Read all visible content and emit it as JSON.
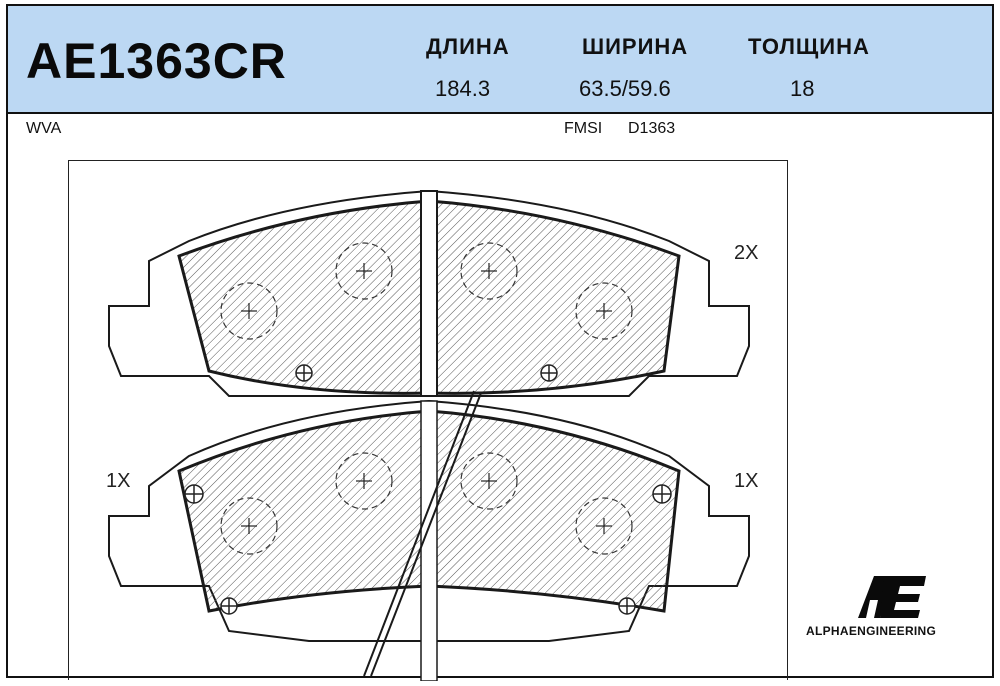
{
  "header": {
    "part_number": "AE1363CR",
    "columns": [
      {
        "label": "ДЛИНА",
        "value": "184.3"
      },
      {
        "label": "ШИРИНА",
        "value": "63.5/59.6"
      },
      {
        "label": "ТОЛЩИНА",
        "value": "18"
      }
    ]
  },
  "subheader": {
    "wva_label": "WVA",
    "fmsi_label": "FMSI",
    "fmsi_value": "D1363"
  },
  "drawing": {
    "qty_top_right": "2X",
    "qty_left": "1X",
    "qty_right": "1X"
  },
  "brand": {
    "logo_letters": "AE",
    "name": "ALPHAENGINEERING"
  },
  "colors": {
    "header_bg": "#bcd8f3",
    "line": "#1a1a1a"
  }
}
